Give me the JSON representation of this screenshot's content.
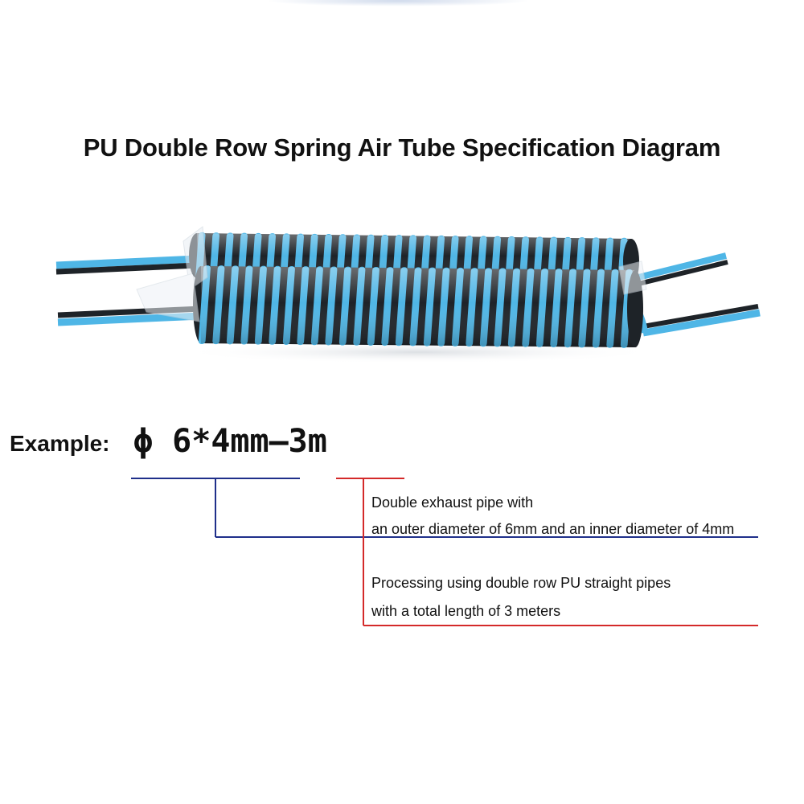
{
  "title": "PU Double Row Spring Air Tube Specification Diagram",
  "example": {
    "label": "Example:",
    "formula": "ϕ 6*4mm—3m"
  },
  "annotations": {
    "diameter_line1": "Double exhaust pipe with",
    "diameter_line2": "an outer diameter of 6mm and an inner diameter of 4mm",
    "length_line1": "Processing using double row PU straight pipes",
    "length_line2": "with a total length of 3 meters"
  },
  "colors": {
    "tube_blue": "#4fb6e6",
    "tube_black": "#1e2328",
    "diameter_line": "#1f2f8a",
    "length_line": "#d42a2a"
  }
}
